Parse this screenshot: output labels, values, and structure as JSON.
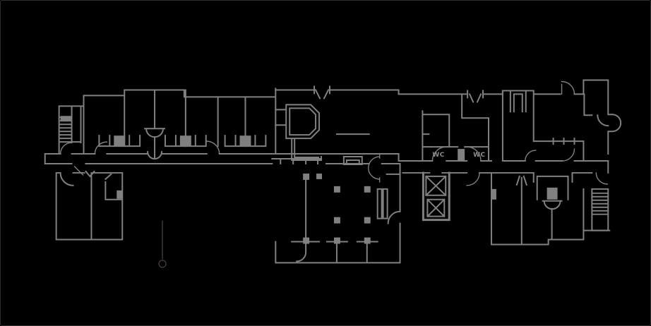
{
  "window": {
    "background": "#000000",
    "border_color": "#2f2f2f"
  },
  "drawing": {
    "type": "cad-floor-plan",
    "description": "Architectural floor plan of one building storey drawn as grey CAD linework on a black background",
    "line_color": "#808080",
    "annotation_color": "#3a3434",
    "text_color": "#8e8e8e",
    "labels": [
      {
        "text": "WC"
      },
      {
        "text": "WC"
      }
    ],
    "symbols": [
      "left-staircase",
      "right-staircase",
      "elevator-shaft-1",
      "elevator-shaft-2",
      "entrance-bay",
      "wardrobe-closets",
      "ceiling-lamp-symbols",
      "column-grid",
      "door-swing-arcs",
      "section-marker-circle"
    ]
  }
}
